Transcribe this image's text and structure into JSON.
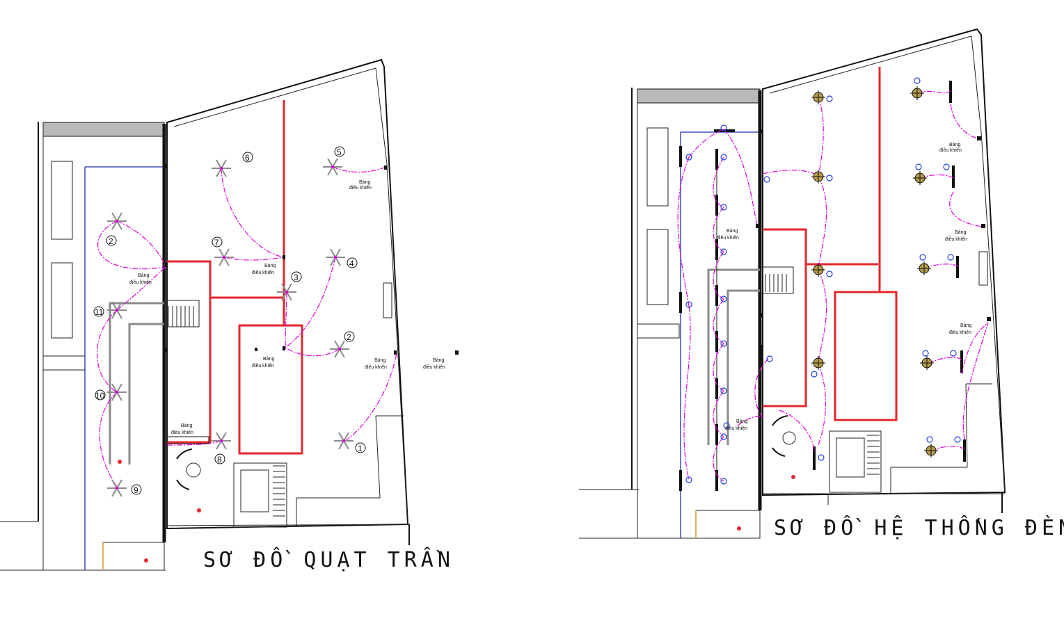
{
  "left_plan": {
    "title": "SƠ ĐỒ QUẠT TRẦN",
    "switch_label_line1": "Bảng",
    "switch_label_line2": "điều khiển",
    "fan_numbers": [
      "1",
      "2",
      "3",
      "4",
      "5",
      "6",
      "7",
      "8",
      "9",
      "10",
      "11",
      "2"
    ]
  },
  "right_plan": {
    "title": "SƠ ĐỒ HỆ THỐNG ĐÈN",
    "switch_label_line1": "Bảng",
    "switch_label_line2": "điều khiển"
  },
  "colors": {
    "wall": "#111111",
    "partition_red": "#e3262b",
    "wiring_magenta": "#e000e0",
    "cable_blue": "#1a2fb0",
    "duct_gray": "#8a8a8a",
    "light_symbol_blue": "#1f3fe0"
  }
}
